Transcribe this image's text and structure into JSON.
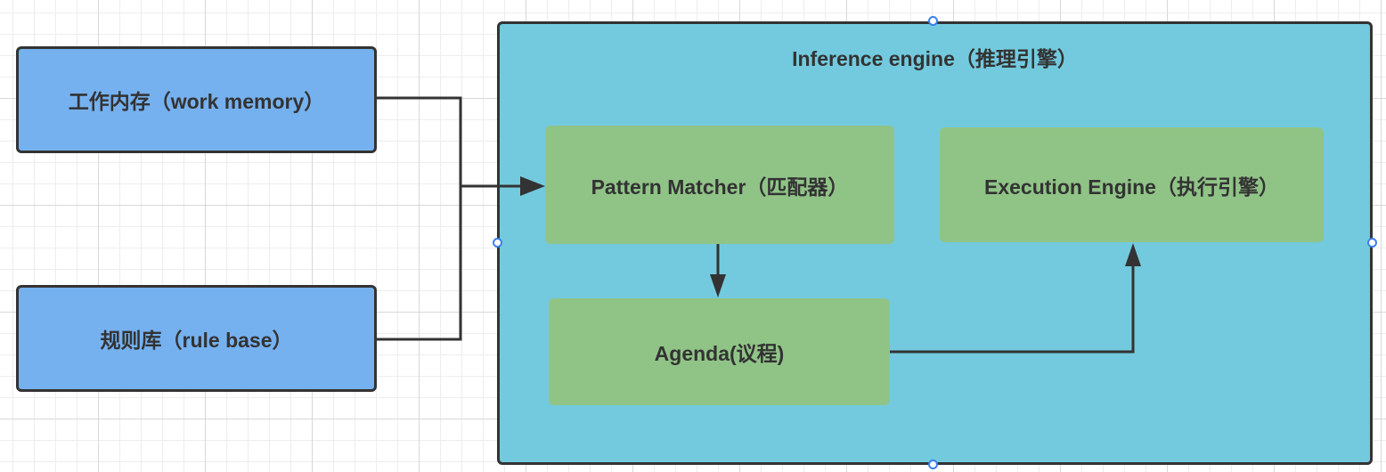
{
  "diagram": {
    "work_memory": "工作内存（work memory）",
    "rule_base": "规则库（rule base）",
    "inference_engine": "Inference engine（推理引擎）",
    "pattern_matcher": "Pattern Matcher（匹配器）",
    "execution_engine": "Execution Engine（执行引擎）",
    "agenda": "Agenda(议程)"
  },
  "colors": {
    "input_box": "#76b1ef",
    "engine_box": "#73cade",
    "component_box": "#90c487",
    "border": "#333333",
    "selection_handle": "#3d7ef0"
  }
}
